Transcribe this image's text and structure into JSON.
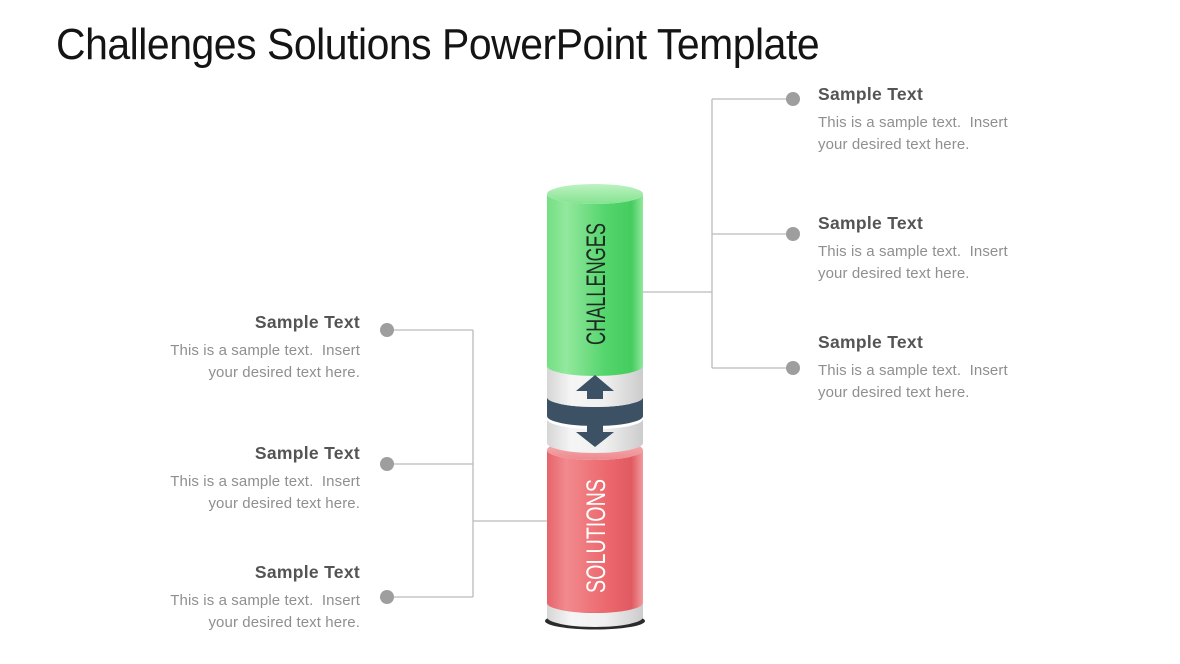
{
  "title": "Challenges Solutions PowerPoint Template",
  "colors": {
    "navy": "#3C5164",
    "green_mid": "#55D56D",
    "green_highlight": "#93E89E",
    "green_dark": "#45CC5F",
    "green_top_light": "#BDF2C1",
    "red_mid": "#EC6A6F",
    "red_highlight": "#F18A8E",
    "red_dark": "#E05A61",
    "red_top_light": "#F6B3B5",
    "band_white": "#F5F5F5",
    "base_dark": "#2B2B2B",
    "connector_line": "#BBBBBB",
    "connector_dot": "#9E9E9E",
    "heading_text": "#545454",
    "body_text": "#8F8F8F"
  },
  "cylinder": {
    "top_label": "CHALLENGES",
    "bottom_label": "SOLUTIONS"
  },
  "left_blocks": [
    {
      "heading": "Sample Text",
      "body": "This is a sample text.  Insert\nyour desired text here."
    },
    {
      "heading": "Sample Text",
      "body": "This is a sample text.  Insert\nyour desired text here."
    },
    {
      "heading": "Sample Text",
      "body": "This is a sample text.  Insert\nyour desired text here."
    }
  ],
  "right_blocks": [
    {
      "heading": "Sample Text",
      "body": "This is a sample text.  Insert\nyour desired text here."
    },
    {
      "heading": "Sample Text",
      "body": "This is a sample text.  Insert\nyour desired text here."
    },
    {
      "heading": "Sample Text",
      "body": "This is a sample text.  Insert\nyour desired text here."
    }
  ]
}
